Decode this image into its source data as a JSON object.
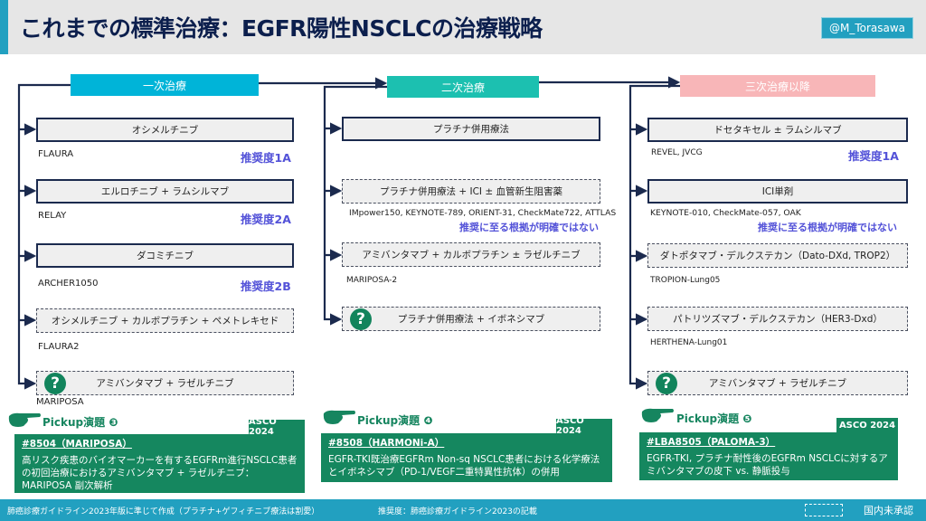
{
  "header": {
    "title": "これまでの標準治療：EGFR陽性NSCLCの治療戦略",
    "handle": "@M_Torasawa"
  },
  "phases": [
    {
      "label": "一次治療",
      "color": "#00b4d8"
    },
    {
      "label": "二次治療",
      "color": "#1cc0b0"
    },
    {
      "label": "三次治療以降",
      "color": "#f8b6b8"
    }
  ],
  "first_line": {
    "items": [
      {
        "label": "オシメルチニブ",
        "style": "solid",
        "trial": "FLAURA",
        "grade": "推奨度1A"
      },
      {
        "label": "エルロチニブ + ラムシルマブ",
        "style": "solid",
        "trial": "RELAY",
        "grade": "推奨度2A"
      },
      {
        "label": "ダコミチニブ",
        "style": "solid",
        "trial": "ARCHER1050",
        "grade": "推奨度2B"
      },
      {
        "label": "オシメルチニブ + カルボプラチン + ペメトレキセド",
        "style": "dashed",
        "trial": "FLAURA2"
      },
      {
        "label": "アミバンタマブ + ラゼルチニブ",
        "style": "dashed",
        "trial": "MARIPOSA",
        "question": "?"
      }
    ]
  },
  "second_line": {
    "items": [
      {
        "label": "プラチナ併用療法",
        "style": "solid"
      },
      {
        "label": "プラチナ併用療法 + ICI ± 血管新生阻害薬",
        "style": "dashed",
        "trial": "IMpower150, KEYNOTE-789, ORIENT-31, CheckMate722, ATTLAS",
        "note": "推奨に至る根拠が明確ではない"
      },
      {
        "label": "アミバンタマブ + カルボプラチン ± ラゼルチニブ",
        "style": "dashed",
        "trial": "MARIPOSA-2"
      },
      {
        "label": "プラチナ併用療法 + イボネシマブ",
        "style": "dashed",
        "question": "?"
      }
    ]
  },
  "third_line": {
    "items": [
      {
        "label": "ドセタキセル ± ラムシルマブ",
        "style": "solid",
        "trial": "REVEL, JVCG",
        "grade": "推奨度1A"
      },
      {
        "label": "ICI単剤",
        "style": "solid",
        "trial": "KEYNOTE-010, CheckMate-057, OAK",
        "note": "推奨に至る根拠が明確ではない"
      },
      {
        "label": "ダトポタマブ・デルクステカン（Dato-DXd, TROP2）",
        "style": "dashed",
        "trial": "TROPION-Lung05"
      },
      {
        "label": "パトリツズマブ・デルクステカン（HER3-Dxd）",
        "style": "dashed",
        "trial": "HERTHENA-Lung01"
      },
      {
        "label": "アミバンタマブ + ラゼルチニブ",
        "style": "dashed",
        "question": "?"
      }
    ]
  },
  "pickups": [
    {
      "label": "Pickup演題 ❸",
      "badge": "ASCO 2024",
      "id": "#8504（MARIPOSA）",
      "text": "高リスク疾患のバイオマーカーを有するEGFRm進行NSCLC患者の初回治療におけるアミバンタマブ + ラゼルチニブ：MARIPOSA 副次解析"
    },
    {
      "label": "Pickup演題 ❹",
      "badge": "ASCO 2024",
      "id": "#8508（HARMONi-A）",
      "text": "EGFR-TKI既治療EGFRm Non-sq NSCLC患者における化学療法とイボネシマブ（PD-1/VEGF二重特異性抗体）の併用"
    },
    {
      "label": "Pickup演題 ❺",
      "badge": "ASCO 2024",
      "id": "#LBA8505（PALOMA-3）",
      "text": "EGFR-TKI, プラチナ耐性後のEGFRm NSCLCに対するアミバンタマブの皮下 vs. 静脈投与"
    }
  ],
  "footer": {
    "note_left": "肺癌診療ガイドライン2023年版に準じて作成（プラチナ+ゲフィチニブ療法は割愛）",
    "note_mid": "推奨度：肺癌診療ガイドライン2023の記載",
    "legend_label": "国内未承認"
  },
  "colors": {
    "accent": "#22a0c0",
    "navy": "#1b2a4e",
    "grade": "#5352d8",
    "pickup_green": "#15875f"
  }
}
